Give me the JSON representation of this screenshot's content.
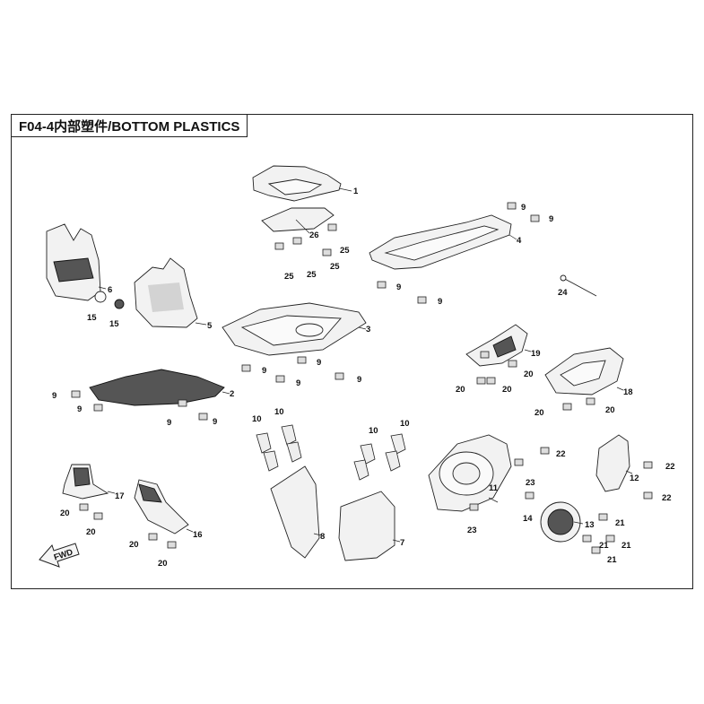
{
  "title": "F04-4内部塑件/BOTTOM PLASTICS",
  "fwd_marker": "FWD",
  "labels": {
    "p1": "1",
    "p2": "2",
    "p3": "3",
    "p4": "4",
    "p5": "5",
    "p6": "6",
    "p7": "7",
    "p8": "8",
    "p11": "11",
    "p12": "12",
    "p13": "13",
    "p14": "14",
    "p15a": "15",
    "p15b": "15",
    "p16": "16",
    "p17": "17",
    "p18": "18",
    "p19": "19",
    "p24": "24",
    "p26": "26",
    "b9_1": "9",
    "b9_2": "9",
    "b9_3": "9",
    "b9_4": "9",
    "b9_5": "9",
    "b9_6": "9",
    "b9_7": "9",
    "b9_8": "9",
    "b9_9": "9",
    "b9_10": "9",
    "b9_11": "9",
    "b9_12": "9",
    "b9_13": "9",
    "b10_1": "10",
    "b10_2": "10",
    "b10_3": "10",
    "b10_4": "10",
    "b20_1": "20",
    "b20_2": "20",
    "b20_3": "20",
    "b20_4": "20",
    "b20_5": "20",
    "b20_6": "20",
    "b20_7": "20",
    "b20_8": "20",
    "b20_9": "20",
    "b20_10": "20",
    "b21_1": "21",
    "b21_2": "21",
    "b21_3": "21",
    "b21_4": "21",
    "b22_1": "22",
    "b22_2": "22",
    "b22_3": "22",
    "b23_1": "23",
    "b23_2": "23",
    "b25_1": "25",
    "b25_2": "25",
    "b25_3": "25",
    "b25_4": "25"
  }
}
